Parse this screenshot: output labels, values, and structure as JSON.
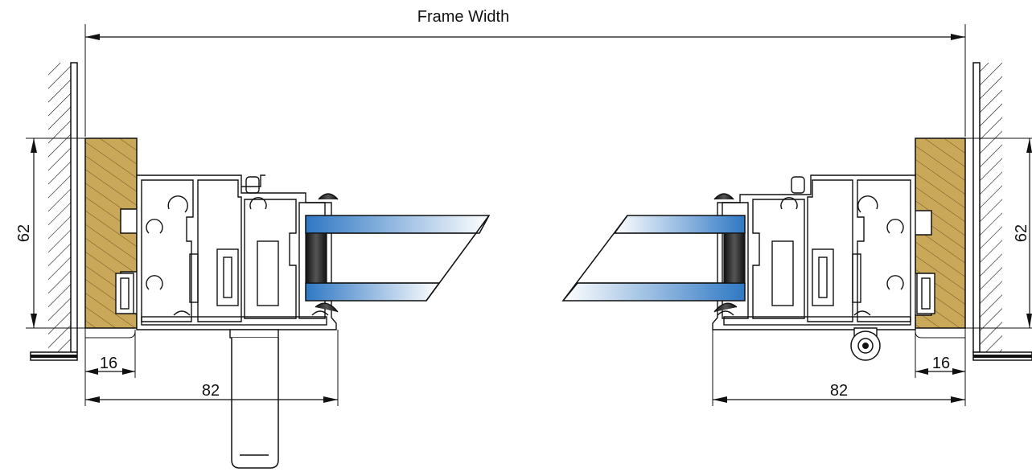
{
  "title": "Frame Width",
  "dimensions": {
    "left_height": "62",
    "right_height": "62",
    "left_inset": "16",
    "right_inset": "16",
    "left_depth": "82",
    "right_depth": "82"
  },
  "colors": {
    "line": "#111111",
    "wood_fill": "#c9a85a",
    "glass_blue": "#2f78c4",
    "gasket": "#2a2a2a"
  }
}
